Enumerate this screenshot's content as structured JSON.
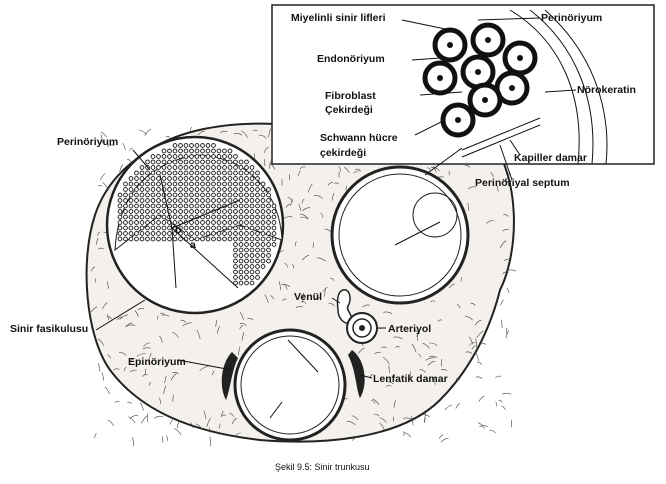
{
  "figure": {
    "caption": "Şekil 9.5: Sinir trunkusu",
    "labels": {
      "myelinated_fibers": "Miyelinli sinir lifleri",
      "perineurium_inset": "Perinöriyum",
      "endoneurium": "Endonöriyum",
      "fibroblast": "Fibroblast",
      "fibroblast_nucleus": "Çekirdeği",
      "neurokeratin": "Nörokeratin",
      "schwann": "Schwann hücre",
      "schwann_nucleus": "çekirdeği",
      "capillary": "Kapiller damar",
      "perineurial_septum": "Perinöriyal septum",
      "perineurium_main": "Perinöriyum",
      "nerve_fascicle": "Sinir fasikulusu",
      "venule": "Venül",
      "arteriole": "Arteriyol",
      "epineurium": "Epinöriyum",
      "lymphatic": "Lenfatik damar",
      "mark_a": "a",
      "mark_b": "b"
    }
  }
}
